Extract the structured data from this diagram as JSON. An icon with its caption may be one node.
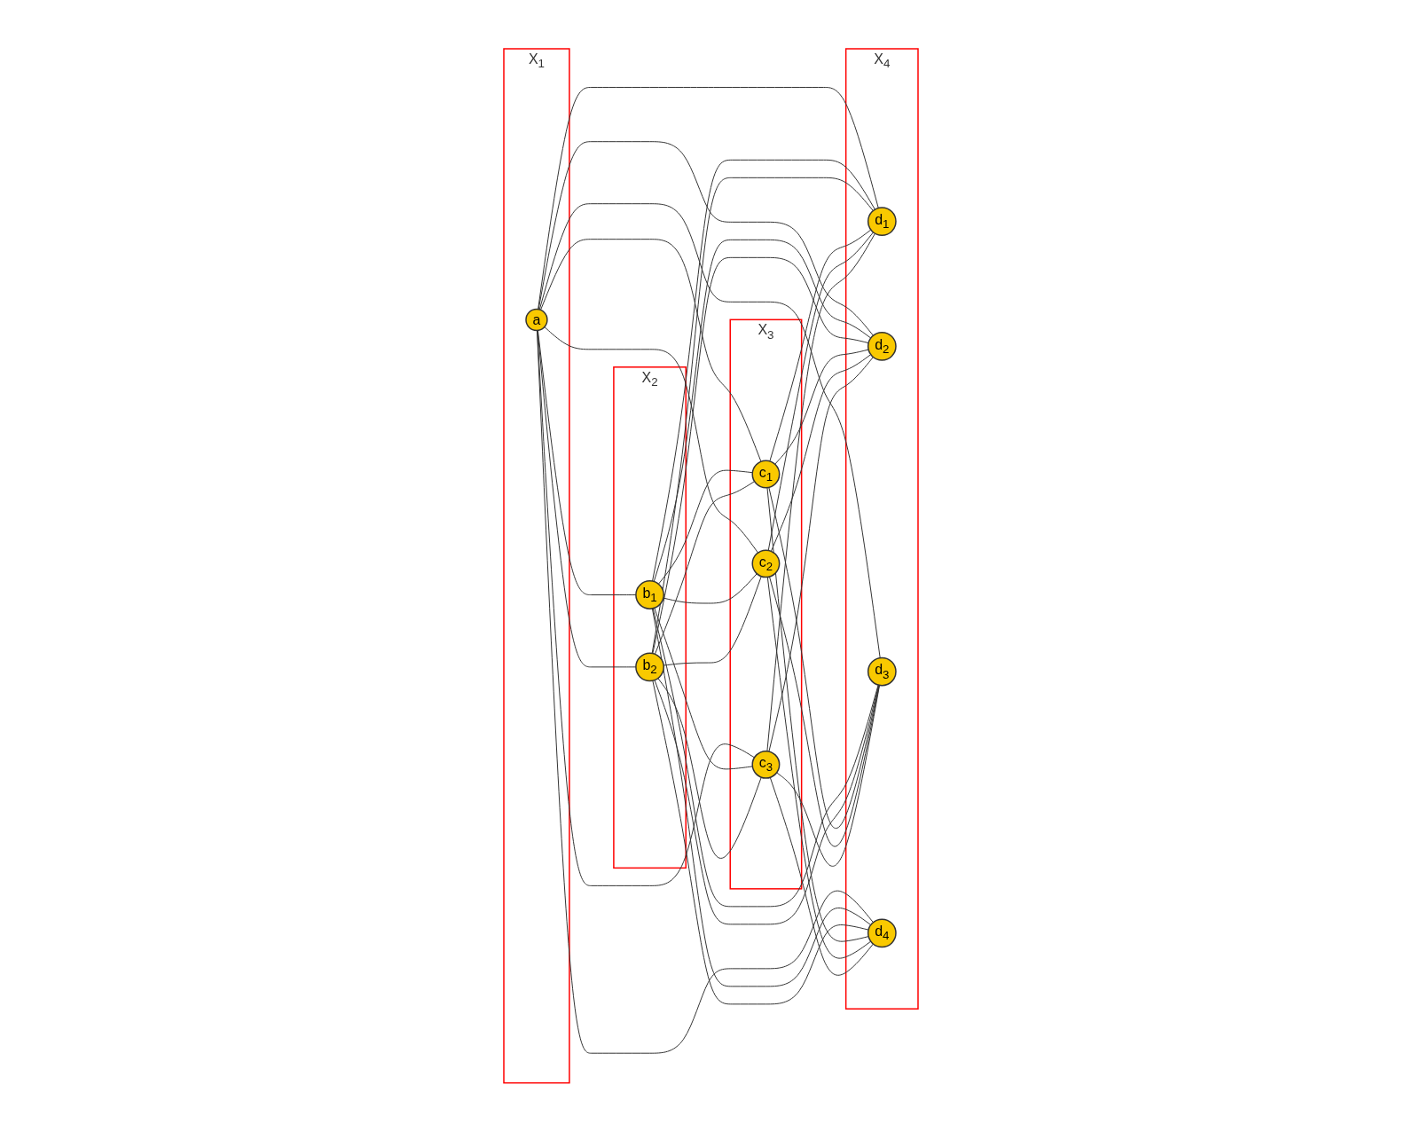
{
  "diagram": {
    "nodes": [
      {
        "text": [
          "X$_{1}$"
        ]
      },
      {
        "text": [
          "a"
        ],
        "in": 0
      },
      {
        "text": [
          "X$_{2}$"
        ]
      },
      {
        "text": [
          "b$_{1}$"
        ],
        "in": 2
      },
      {
        "text": [
          "b$_{2}$"
        ],
        "in": 2
      },
      {
        "text": [
          "X$_{3}$"
        ]
      },
      {
        "text": [
          "c$_{1}$"
        ],
        "in": 5
      },
      {
        "text": [
          "c$_{2}$"
        ],
        "in": 5
      },
      {
        "text": [
          "c$_{3}$"
        ],
        "in": 5
      },
      {
        "text": [
          "X$_{4}$"
        ]
      },
      {
        "text": [
          "d$_{1}$"
        ],
        "in": 9
      },
      {
        "text": [
          "d$_{2}$"
        ],
        "in": 9
      },
      {
        "text": [
          "d$_{3}$"
        ],
        "in": 9
      },
      {
        "text": [
          "d$_{4}$"
        ],
        "in": 9
      }
    ],
    "edges": [
      {
        "from": 1,
        "to": 3,
        "arrow": "none"
      },
      {
        "from": 1,
        "to": 4,
        "arrow": "none"
      },
      {
        "from": 1,
        "to": 6,
        "arrow": "none"
      },
      {
        "from": 1,
        "to": 7,
        "arrow": "none"
      },
      {
        "from": 1,
        "to": 8,
        "arrow": "none"
      },
      {
        "from": 1,
        "to": 10,
        "arrow": "none"
      },
      {
        "from": 1,
        "to": 11,
        "arrow": "none"
      },
      {
        "from": 1,
        "to": 12,
        "arrow": "none"
      },
      {
        "from": 1,
        "to": 13,
        "arrow": "none"
      },
      {
        "from": 3,
        "to": 6,
        "arrow": "none"
      },
      {
        "from": 3,
        "to": 7,
        "arrow": "none"
      },
      {
        "from": 3,
        "to": 8,
        "arrow": "none"
      },
      {
        "from": 4,
        "to": 6,
        "arrow": "none"
      },
      {
        "from": 4,
        "to": 7,
        "arrow": "none"
      },
      {
        "from": 4,
        "to": 8,
        "arrow": "none"
      },
      {
        "from": 3,
        "to": 10,
        "arrow": "none"
      },
      {
        "from": 3,
        "to": 11,
        "arrow": "none"
      },
      {
        "from": 3,
        "to": 12,
        "arrow": "none"
      },
      {
        "from": 3,
        "to": 13,
        "arrow": "none"
      },
      {
        "from": 4,
        "to": 10,
        "arrow": "none"
      },
      {
        "from": 4,
        "to": 11,
        "arrow": "none"
      },
      {
        "from": 4,
        "to": 12,
        "arrow": "none"
      },
      {
        "from": 4,
        "to": 13,
        "arrow": "none"
      },
      {
        "from": 6,
        "to": 10,
        "arrow": "none"
      },
      {
        "from": 6,
        "to": 11,
        "arrow": "none"
      },
      {
        "from": 6,
        "to": 12,
        "arrow": "none"
      },
      {
        "from": 6,
        "to": 13,
        "arrow": "none"
      },
      {
        "from": 7,
        "to": 10,
        "arrow": "none"
      },
      {
        "from": 7,
        "to": 11,
        "arrow": "none"
      },
      {
        "from": 7,
        "to": 12,
        "arrow": "none"
      },
      {
        "from": 7,
        "to": 13,
        "arrow": "none"
      },
      {
        "from": 8,
        "to": 10,
        "arrow": "none"
      },
      {
        "from": 8,
        "to": 11,
        "arrow": "none"
      },
      {
        "from": 8,
        "to": 12,
        "arrow": "none"
      },
      {
        "from": 8,
        "to": 13,
        "arrow": "none"
      }
    ]
  }
}
